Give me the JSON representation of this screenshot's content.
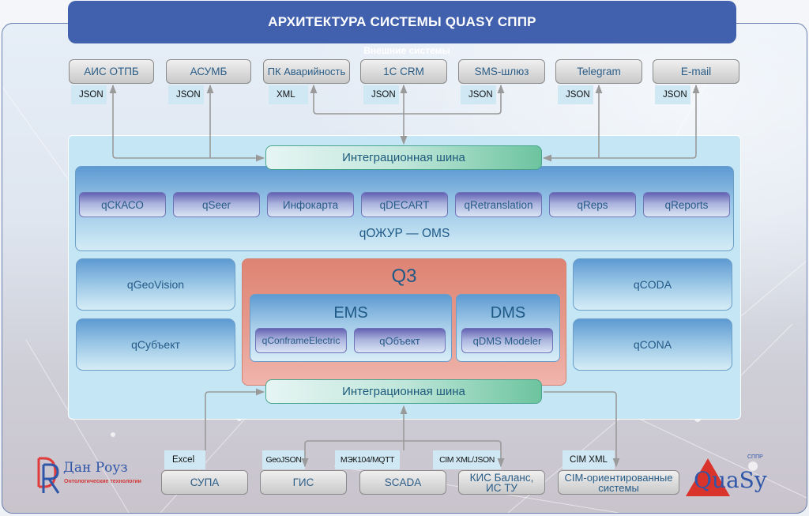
{
  "title": "АРХИТЕКТУРА СИСТЕМЫ QUASY СППР",
  "external_caption": "Внешние системы",
  "external_systems": [
    {
      "label": "АИС ОТПБ",
      "format": "JSON"
    },
    {
      "label": "АСУМБ",
      "format": "JSON"
    },
    {
      "label": "ПК Аварийность",
      "format": "XML"
    },
    {
      "label": "1С CRM",
      "format": "JSON"
    },
    {
      "label": "SMS-шлюз",
      "format": "JSON"
    },
    {
      "label": "Telegram",
      "format": "JSON"
    },
    {
      "label": "E-mail",
      "format": "JSON"
    }
  ],
  "top_bus": "Интеграционная шина",
  "bottom_bus": "Интеграционная шина",
  "oms": {
    "title": "qОЖУР — OMS",
    "modules": [
      "qСКАСО",
      "qSeer",
      "Инфокарта",
      "qDECART",
      "qRetranslation",
      "qReps",
      "qReports"
    ]
  },
  "left_modules": [
    "qGeoVision",
    "qСубъект"
  ],
  "right_modules": [
    "qCODA",
    "qCONA"
  ],
  "q3": {
    "title": "Q3",
    "ems": {
      "title": "EMS",
      "modules": [
        "qConframeElectric",
        "qОбъект"
      ]
    },
    "dms": {
      "title": "DMS",
      "modules": [
        "qDMS Modeler"
      ]
    }
  },
  "source_systems": [
    {
      "label": "СУПА",
      "format": "Excel"
    },
    {
      "label": "ГИС",
      "format": "GeoJSON"
    },
    {
      "label": "SCADA",
      "format": "МЭК104/MQTT"
    },
    {
      "label": "КИС Баланс, ИС ТУ",
      "format": "CIM XML/JSON"
    },
    {
      "label": "CIM-ориентированные системы",
      "format": "CIM XML"
    }
  ],
  "logos": {
    "left": {
      "name": "Дан Роуз",
      "tagline": "Онтологические технологии"
    },
    "right": {
      "name": "QuaSy",
      "tagline": "СППР"
    }
  },
  "colors": {
    "title_bar": "#4161ae",
    "core_bg": "#c5e6f4",
    "q3": "#de8474",
    "bus_accent": "#6cc49e",
    "module_purple": "#6361b3",
    "text_blue": "#1f5a87"
  }
}
